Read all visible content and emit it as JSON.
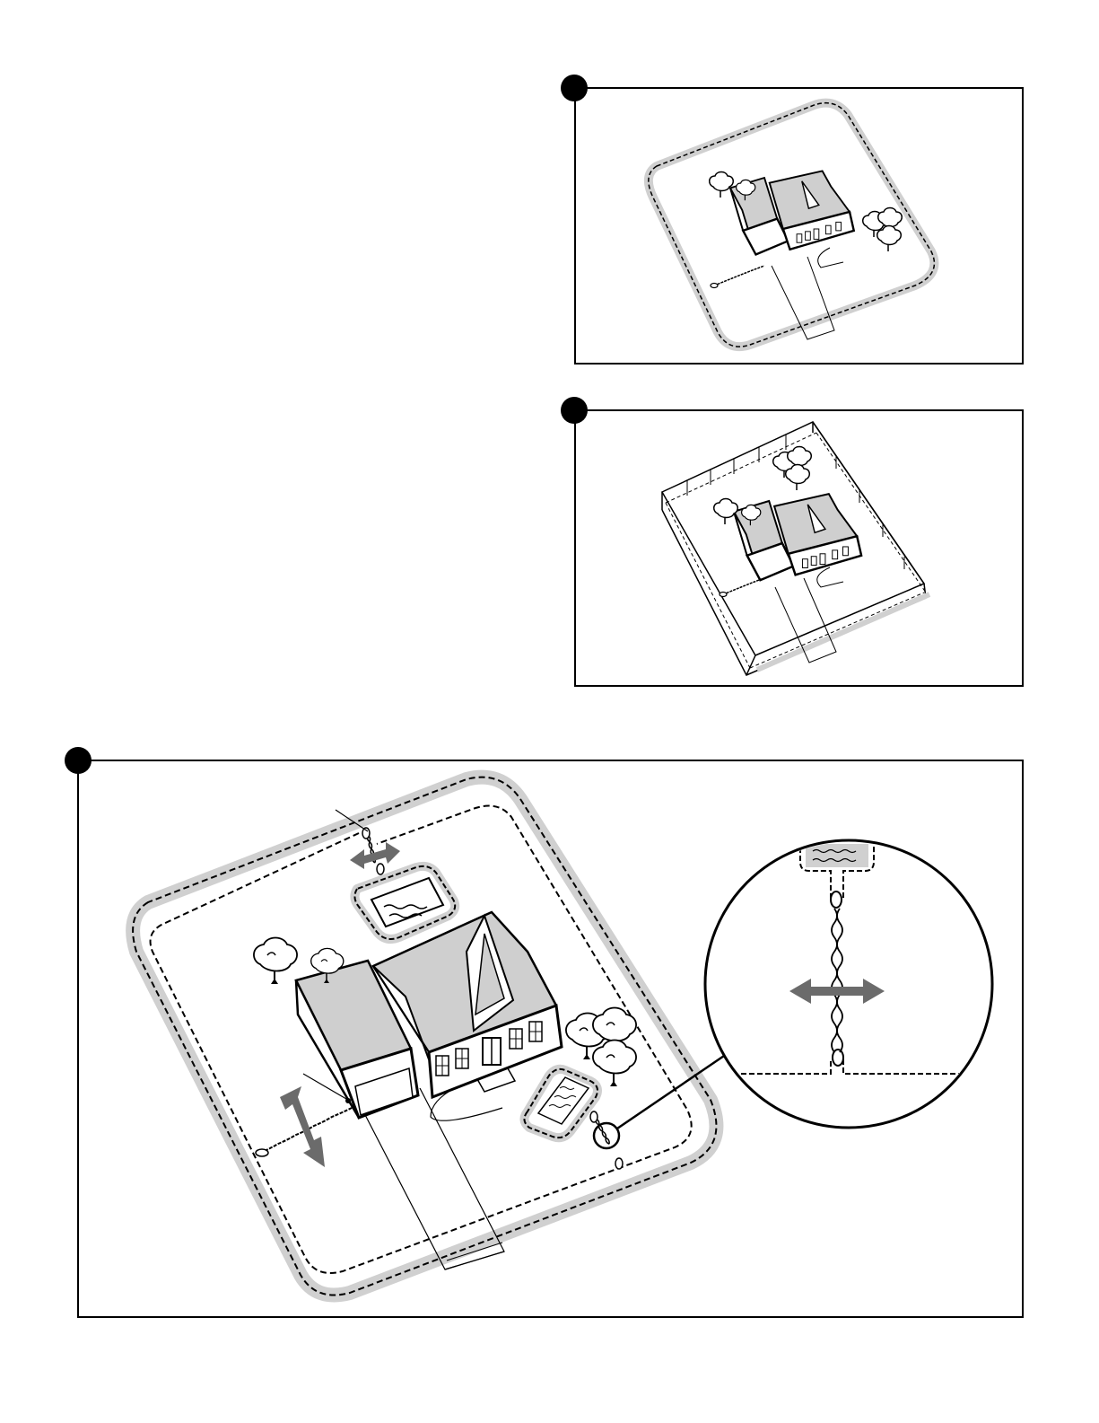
{
  "colors": {
    "ink": "#000000",
    "boundary_shade": "#d0d0d0",
    "roof_fill": "#cfcfcf",
    "arrow_fill": "#6b6b6b",
    "paper": "#ffffff"
  },
  "figures": [
    {
      "id": "fig-1",
      "subject": "boundary-loop-around-house-and-yard"
    },
    {
      "id": "fig-2",
      "subject": "boundary-loop-along-fenced-yard"
    },
    {
      "id": "fig-3",
      "subject": "twisted-wire-exclusion-loops-with-detail-inset"
    }
  ],
  "icons": [
    "figure-marker-dot",
    "house-icon",
    "tree-icon",
    "pool-icon",
    "garden-icon",
    "double-arrow-icon",
    "magnifier-inset"
  ]
}
